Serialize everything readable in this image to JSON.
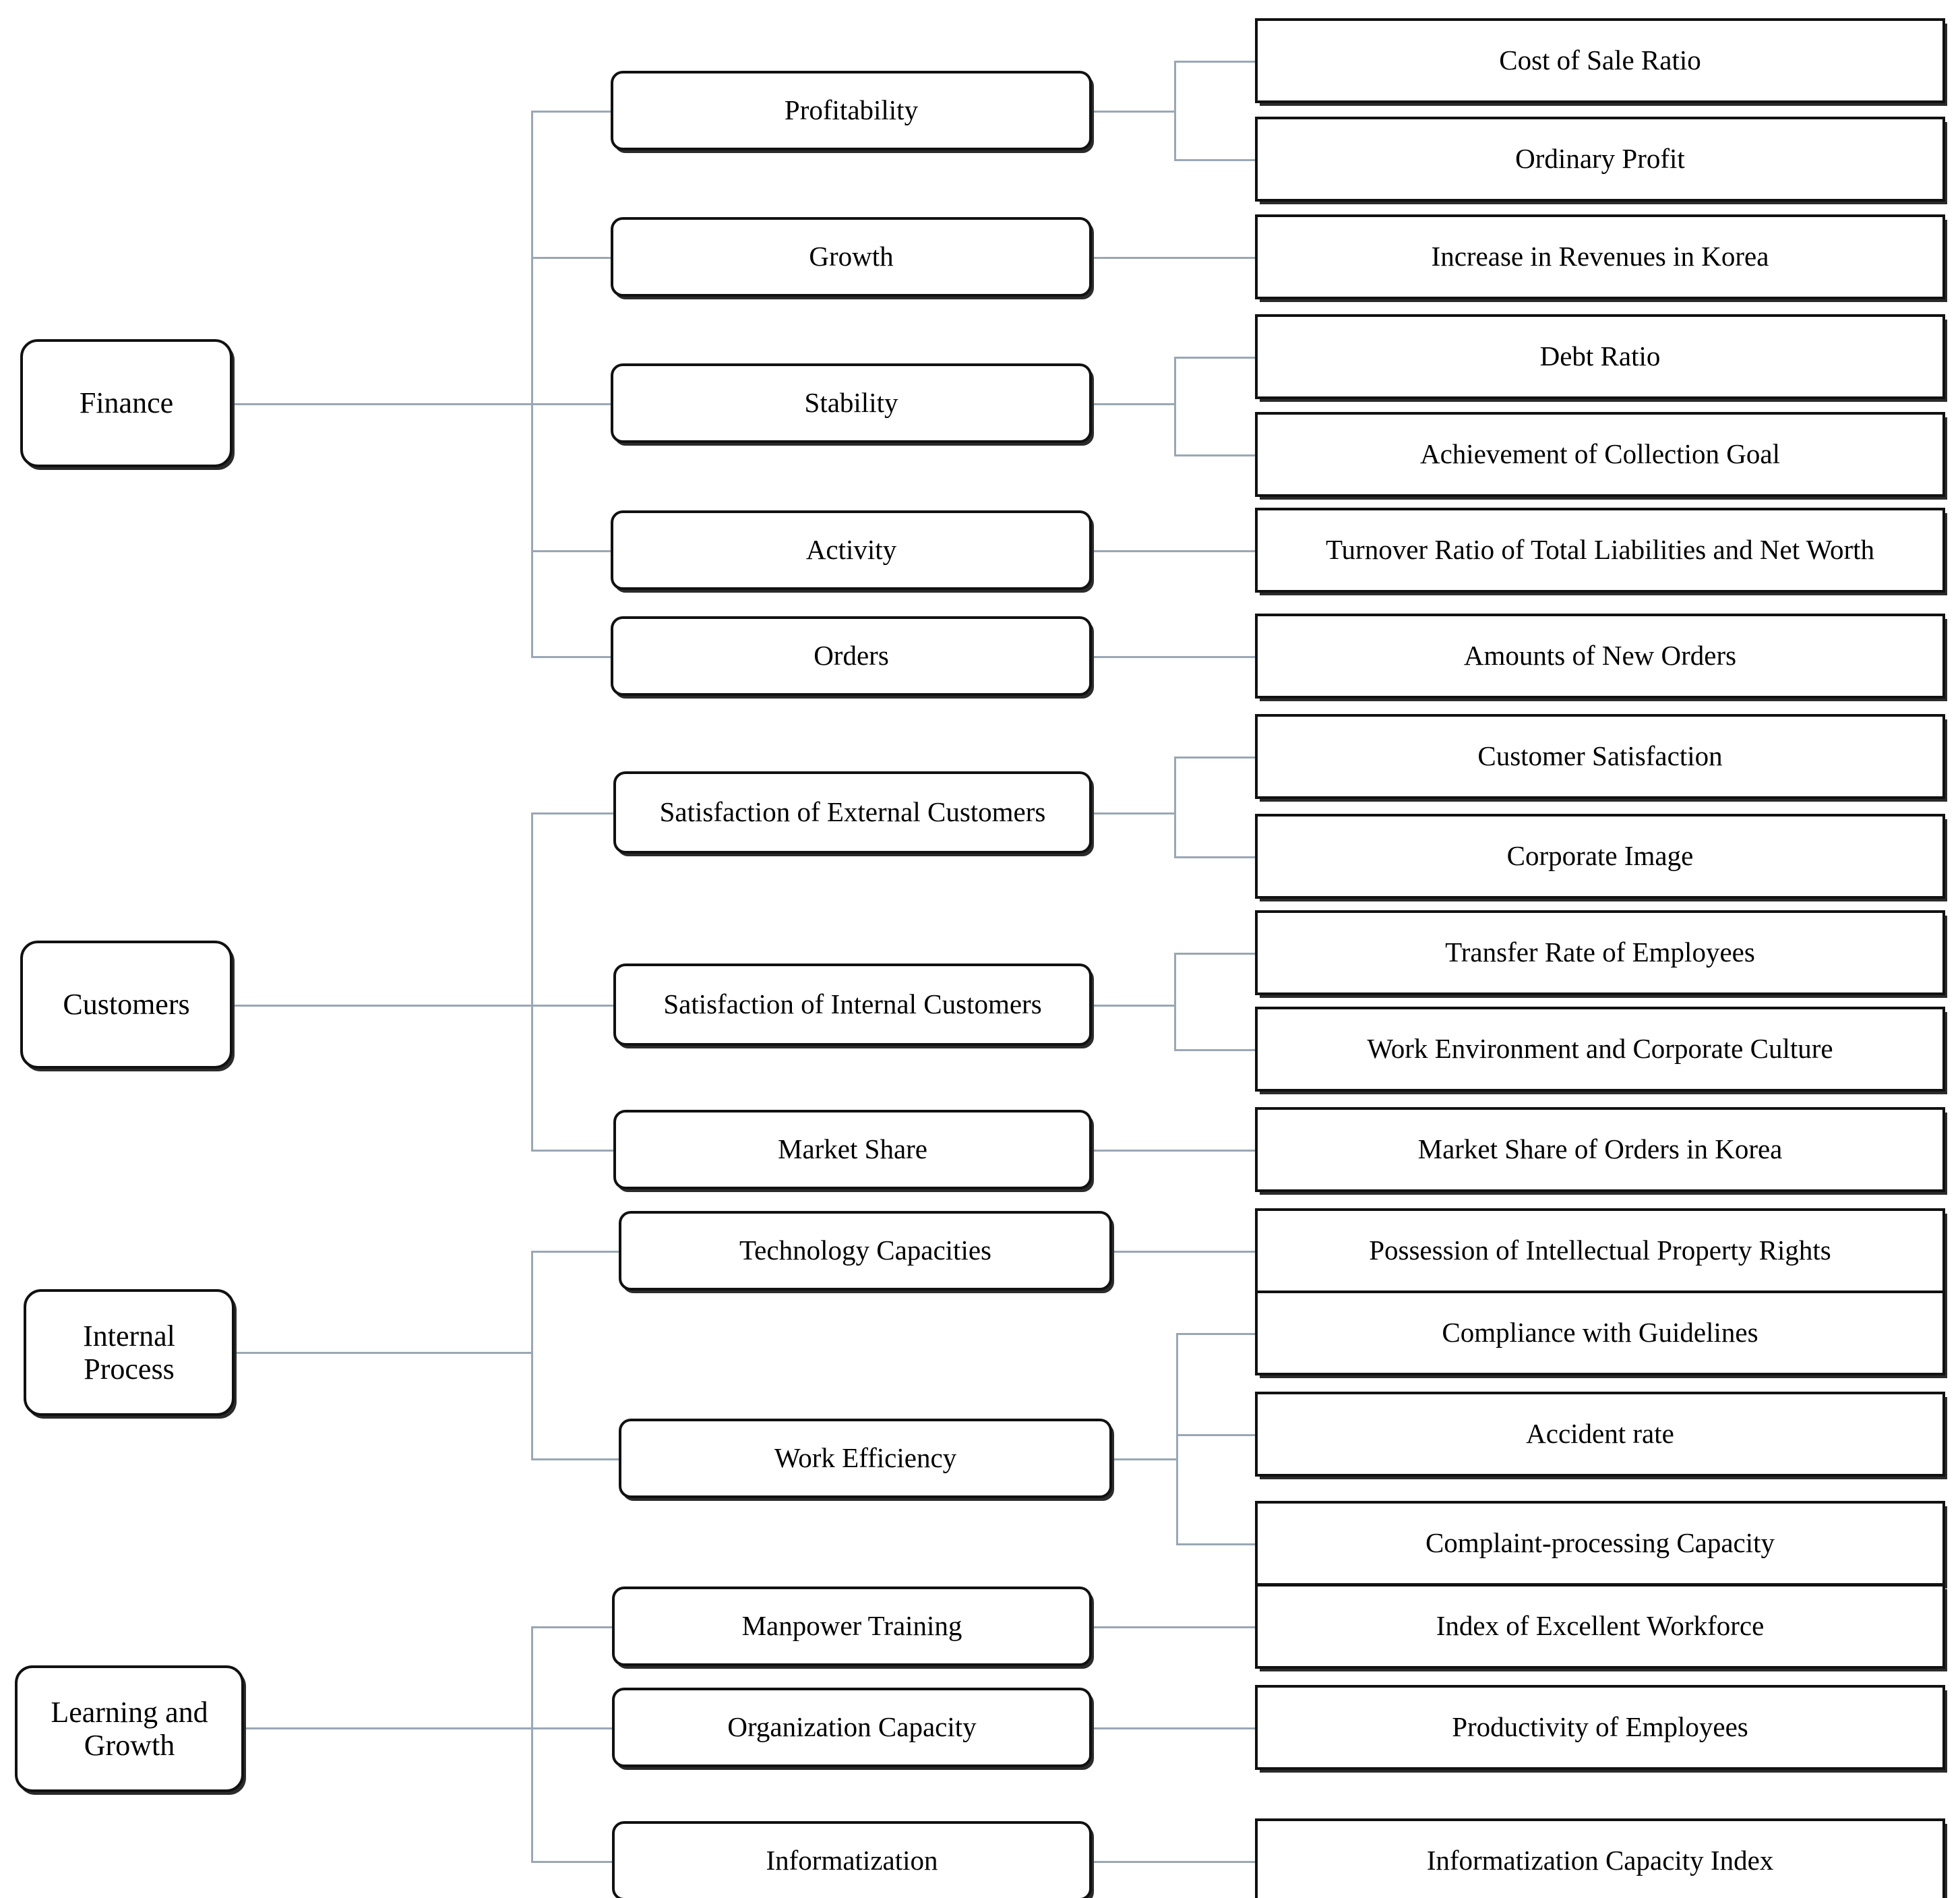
{
  "diagram": {
    "title": "Balanced Scorecard Perspective / Factor / Indicator Hierarchy",
    "type": "hierarchy-tree",
    "orientation": "left-to-right",
    "levels": [
      "perspective",
      "factor",
      "indicator"
    ],
    "colors": {
      "box_border": "#111111",
      "box_fill": "#ffffff",
      "text": "#000000",
      "connector": "#9aa7b4",
      "shadow": "#2b2b2b"
    }
  },
  "perspectives": [
    {
      "id": "finance",
      "label": "Finance",
      "factors": [
        {
          "id": "profitability",
          "label": "Profitability",
          "indicators": [
            "Cost of Sale Ratio",
            "Ordinary Profit"
          ]
        },
        {
          "id": "growth",
          "label": "Growth",
          "indicators": [
            "Increase in Revenues in Korea"
          ]
        },
        {
          "id": "stability",
          "label": "Stability",
          "indicators": [
            "Debt Ratio",
            "Achievement of Collection Goal"
          ]
        },
        {
          "id": "activity",
          "label": "Activity",
          "indicators": [
            "Turnover Ratio of Total Liabilities and Net Worth"
          ]
        },
        {
          "id": "orders",
          "label": "Orders",
          "indicators": [
            "Amounts of New Orders"
          ]
        }
      ]
    },
    {
      "id": "customers",
      "label": "Customers",
      "factors": [
        {
          "id": "sat-external",
          "label": "Satisfaction of External Customers",
          "indicators": [
            "Customer Satisfaction",
            "Corporate Image"
          ]
        },
        {
          "id": "sat-internal",
          "label": "Satisfaction of Internal Customers",
          "indicators": [
            "Transfer Rate of Employees",
            "Work Environment and Corporate Culture"
          ]
        },
        {
          "id": "market-share",
          "label": "Market Share",
          "indicators": [
            "Market Share of Orders in Korea"
          ]
        }
      ]
    },
    {
      "id": "internal-process",
      "label": "Internal Process",
      "factors": [
        {
          "id": "technology-capacities",
          "label": "Technology Capacities",
          "indicators": [
            "Possession of Intellectual Property Rights"
          ]
        },
        {
          "id": "work-efficiency",
          "label": "Work Efficiency",
          "indicators": [
            "Compliance with Guidelines",
            "Accident rate",
            "Complaint-processing Capacity"
          ]
        }
      ]
    },
    {
      "id": "learning-and-growth",
      "label": "Learning and Growth",
      "factors": [
        {
          "id": "manpower-training",
          "label": "Manpower Training",
          "indicators": [
            "Index of Excellent Workforce"
          ]
        },
        {
          "id": "organization-capacity",
          "label": "Organization Capacity",
          "indicators": [
            "Productivity of Employees"
          ]
        },
        {
          "id": "informatization",
          "label": "Informatization",
          "indicators": [
            "Informatization Capacity Index"
          ]
        }
      ]
    }
  ],
  "flat": {
    "perspective_labels": [
      "Finance",
      "Customers",
      "Internal Process",
      "Learning and Growth"
    ],
    "factor_labels": [
      "Profitability",
      "Growth",
      "Stability",
      "Activity",
      "Orders",
      "Satisfaction of External Customers",
      "Satisfaction of Internal Customers",
      "Market Share",
      "Technology Capacities",
      "Work Efficiency",
      "Manpower Training",
      "Organization Capacity",
      "Informatization"
    ],
    "indicator_labels": [
      "Cost of Sale Ratio",
      "Ordinary Profit",
      "Increase in Revenues in Korea",
      "Debt Ratio",
      "Achievement of Collection Goal",
      "Turnover Ratio of Total Liabilities and Net Worth",
      "Amounts of New Orders",
      "Customer Satisfaction",
      "Corporate Image",
      "Transfer Rate of Employees",
      "Work Environment and Corporate Culture",
      "Market Share of Orders in Korea",
      "Possession of Intellectual Property Rights",
      "Compliance with Guidelines",
      "Accident rate",
      "Complaint-processing Capacity",
      "Index of Excellent Workforce",
      "Productivity of Employees",
      "Informatization Capacity Index"
    ]
  }
}
